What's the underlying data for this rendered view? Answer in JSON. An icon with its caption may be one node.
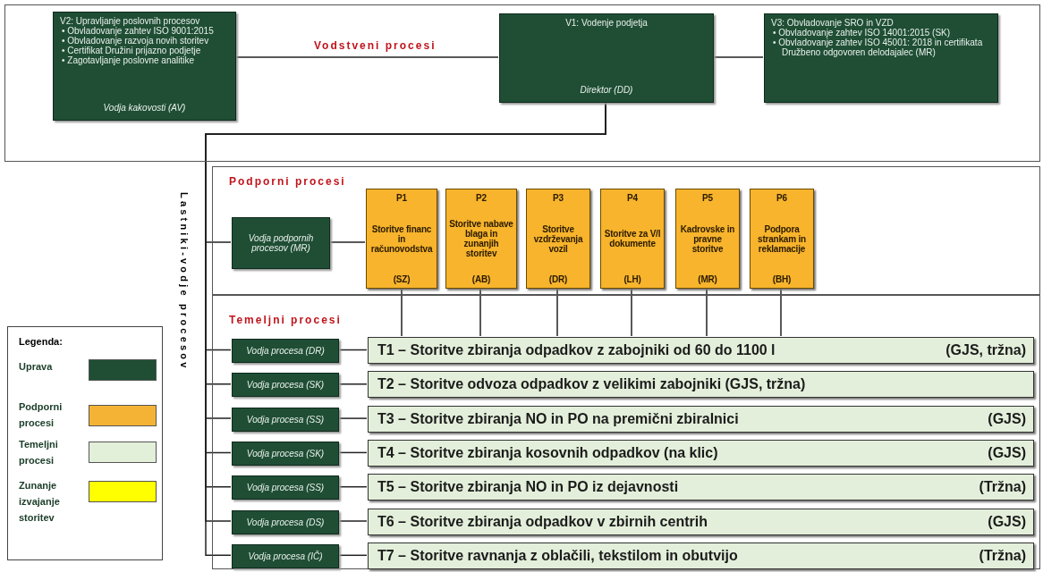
{
  "diagram": {
    "nodes": [
      {
        "text": [
          "Vodstveni procesi"
        ]
      },
      {
        "text": [
          "V2: Upravljanje poslovnih procesov",
          "• Obvladovanje zahtev ISO 9001:2015",
          "• Obvladovanje razvoja novih storitev",
          "• Certifikat Družini prijazno podjetje",
          "• Zagotavljanje poslovne analitike",
          "Vodja kakovosti (AV)"
        ],
        "in": 0
      },
      {
        "text": [
          "V1: Vodenje podjetja",
          "Direktor (DD)"
        ],
        "in": 0
      },
      {
        "text": [
          "V3: Obvladovanje SRO in VZD",
          "• Obvladovanje zahtev ISO 14001:2015 (SK)",
          "• Obvladovanje zahtev ISO 45001: 2018 in certifikata Družbeno odgovoren delodajalec (MR)"
        ],
        "in": 0
      },
      {
        "text": [
          "Podporni procesi"
        ]
      },
      {
        "text": [
          "Vodja podpornih procesov (MR)"
        ],
        "in": 4
      },
      {
        "text": [
          "P1",
          "Storitve financ in računovodstva",
          "(SZ)"
        ],
        "in": 4
      },
      {
        "text": [
          "P2",
          "Storitve nabave blaga in zunanjih storitev",
          "(AB)"
        ],
        "in": 4
      },
      {
        "text": [
          "P3",
          "Storitve vzdrževanja vozil",
          "(DR)"
        ],
        "in": 4
      },
      {
        "text": [
          "P4",
          "Storitve za V/I dokumente",
          "(LH)"
        ],
        "in": 4
      },
      {
        "text": [
          "P5",
          "Kadrovske in pravne storitve",
          "(MR)"
        ],
        "in": 4
      },
      {
        "text": [
          "P6",
          "Podpora strankam in reklamacije",
          "(BH)"
        ],
        "in": 4
      },
      {
        "text": [
          "Temeljni procesi"
        ]
      },
      {
        "text": [
          "Vodja procesa (DR)"
        ],
        "in": 12
      },
      {
        "text": [
          "Vodja procesa (SK)"
        ],
        "in": 12
      },
      {
        "text": [
          "Vodja procesa (SS)"
        ],
        "in": 12
      },
      {
        "text": [
          "Vodja procesa (SK)"
        ],
        "in": 12
      },
      {
        "text": [
          "Vodja procesa (SS)"
        ],
        "in": 12
      },
      {
        "text": [
          "Vodja procesa (DS)"
        ],
        "in": 12
      },
      {
        "text": [
          "Vodja procesa (IČ)"
        ],
        "in": 12
      },
      {
        "text": [
          "T1 – Storitve zbiranja odpadkov z zabojniki od 60 do 1100 l",
          "(GJS, tržna)"
        ],
        "in": 12
      },
      {
        "text": [
          "T2 – Storitve odvoza odpadkov z velikimi zabojniki (GJS, tržna)"
        ],
        "in": 12
      },
      {
        "text": [
          "T3 – Storitve zbiranja NO in PO na premični zbiralnici",
          "(GJS)"
        ],
        "in": 12
      },
      {
        "text": [
          "T4 – Storitve zbiranja kosovnih odpadkov (na klic)",
          "(GJS)"
        ],
        "in": 12
      },
      {
        "text": [
          "T5 – Storitve zbiranja NO in PO iz dejavnosti",
          "(Tržna)"
        ],
        "in": 12
      },
      {
        "text": [
          "T6 – Storitve zbiranja odpadkov v zbirnih centrih",
          "(GJS)"
        ],
        "in": 12
      },
      {
        "text": [
          "T7 – Storitve ravnanja z oblačili, tekstilom in obutvijo",
          "(Tržna)"
        ],
        "in": 12
      }
    ],
    "edges": [
      {
        "from": 1,
        "to": 2,
        "arrow": "none"
      },
      {
        "from": 2,
        "to": 3,
        "arrow": "none"
      },
      {
        "from": 2,
        "to": 5,
        "arrow": "none"
      },
      {
        "from": 2,
        "to": 13,
        "arrow": "none"
      },
      {
        "from": 2,
        "to": 14,
        "arrow": "none"
      },
      {
        "from": 2,
        "to": 15,
        "arrow": "none"
      },
      {
        "from": 2,
        "to": 16,
        "arrow": "none"
      },
      {
        "from": 2,
        "to": 17,
        "arrow": "none"
      },
      {
        "from": 2,
        "to": 18,
        "arrow": "none"
      },
      {
        "from": 2,
        "to": 19,
        "arrow": "none"
      },
      {
        "from": 5,
        "to": 6,
        "arrow": "none"
      },
      {
        "from": 13,
        "to": 20,
        "arrow": "none"
      },
      {
        "from": 14,
        "to": 21,
        "arrow": "none"
      },
      {
        "from": 15,
        "to": 22,
        "arrow": "none"
      },
      {
        "from": 16,
        "to": 23,
        "arrow": "none"
      },
      {
        "from": 17,
        "to": 24,
        "arrow": "none"
      },
      {
        "from": 18,
        "to": 25,
        "arrow": "none"
      },
      {
        "from": 19,
        "to": 26,
        "arrow": "none"
      },
      {
        "from": 20,
        "to": 6,
        "arrow": "none"
      },
      {
        "from": 20,
        "to": 7,
        "arrow": "none"
      },
      {
        "from": 20,
        "to": 8,
        "arrow": "none"
      },
      {
        "from": 20,
        "to": 9,
        "arrow": "none"
      },
      {
        "from": 20,
        "to": 10,
        "arrow": "none"
      },
      {
        "from": 20,
        "to": 11,
        "arrow": "none"
      }
    ],
    "labels": [
      "Lastniki-vodje procesov",
      "Legenda:"
    ],
    "legend": [
      {
        "text": "Uprava",
        "color": "#1f4e35"
      },
      {
        "text": "Podporni procesi",
        "color": "#f5b335"
      },
      {
        "text": "Temeljni procesi",
        "color": "#e2efd9"
      },
      {
        "text": "Zunanje izvajanje storitev",
        "color": "#ffff00"
      }
    ]
  }
}
